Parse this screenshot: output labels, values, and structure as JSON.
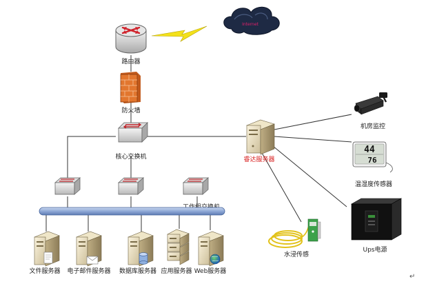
{
  "labels": {
    "router": "路由器",
    "firewall": "防火墙",
    "core_switch": "核心交换机",
    "workgroup_switch": "工作组交换机",
    "hub_server": "睿达服务器",
    "camera": "机房监控",
    "thermo": "温湿度传感器",
    "ups": "Ups电源",
    "water": "水浸传感",
    "internet": "Internet",
    "thermo_reading_top": "44",
    "thermo_reading_bottom": "76",
    "return_mark": "↵"
  },
  "servers": [
    {
      "label": "文件服务器"
    },
    {
      "label": "电子邮件服务器"
    },
    {
      "label": "数据库服务器"
    },
    {
      "label": "应用服务器"
    },
    {
      "label": "Web服务器"
    }
  ],
  "colors": {
    "line": "#333333",
    "bus": "#8fa9d6",
    "hub_label": "#d81e1e",
    "lightning": "#f3e11b",
    "cloud": "#1e2a44",
    "firewall": "#e2762e"
  }
}
